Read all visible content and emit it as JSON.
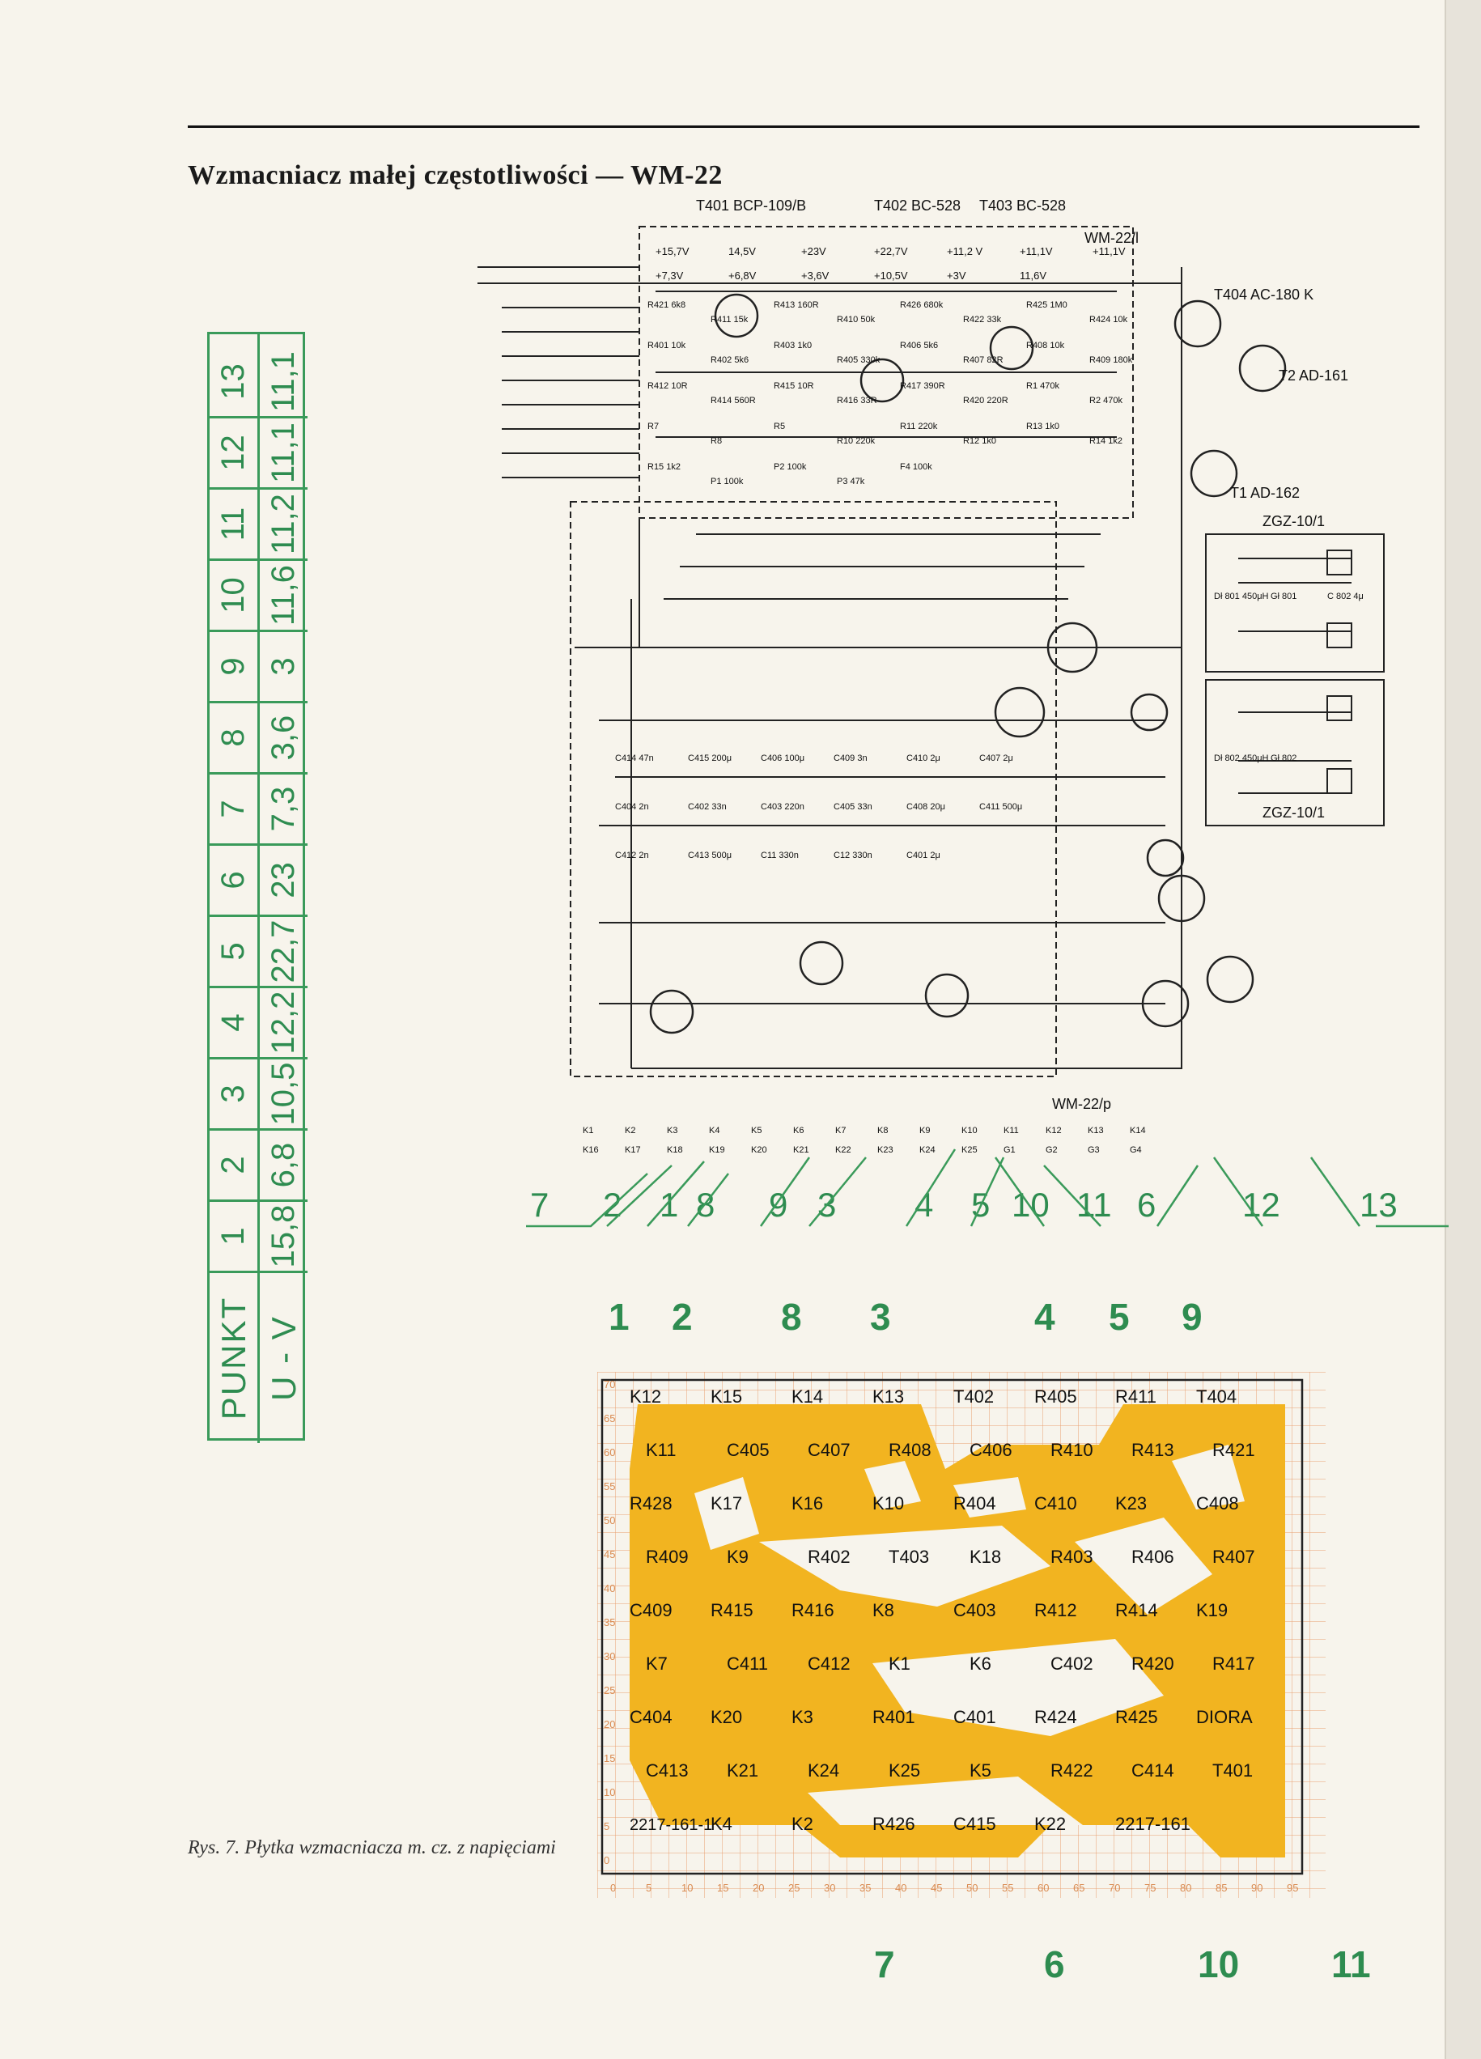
{
  "heading": "Wzmacniacz małej częstotliwości — WM-22",
  "table": {
    "header_point": "PUNKT",
    "header_voltage": "U - V",
    "points": [
      "1",
      "2",
      "3",
      "4",
      "5",
      "6",
      "7",
      "8",
      "9",
      "10",
      "11",
      "12",
      "13"
    ],
    "voltages": [
      "15,8",
      "6,8",
      "10,5",
      "12,2",
      "22,7",
      "23",
      "7,3",
      "3,6",
      "3",
      "11,6",
      "11,2",
      "11,1",
      "11,1"
    ]
  },
  "schematic": {
    "transistors": [
      "T401 BCP-109/B",
      "T402 BC-528",
      "T403 BC-528",
      "T404 AC-180 K",
      "T2 AD-161",
      "T1 AD-162"
    ],
    "module_labels": [
      "WM-22/l",
      "WM-22/p",
      "ZGZ-10/1",
      "ZGZ-10/1"
    ],
    "voltages_marked": [
      "+15,7V",
      "14,5V",
      "+23V",
      "+22,7V",
      "+11,2 V",
      "+11,1V",
      "+11,1V",
      "+7,3V",
      "+6,8V",
      "+3,6V",
      "+10,5V",
      "+3V",
      "11,6V"
    ],
    "resistors": [
      "R421 6k8",
      "R411 15k",
      "R413 160R",
      "R410 50k",
      "R426 680k",
      "R422 33k",
      "R425 1M0",
      "R424 10k",
      "R401 10k",
      "R402 5k6",
      "R403 1k0",
      "R405 330k",
      "R406 5k6",
      "R407 82R",
      "R408 10k",
      "R409 180k",
      "R412 10R",
      "R414 560R",
      "R415 10R",
      "R416 33R",
      "R417 390R",
      "R420 220R",
      "R1 470k",
      "R2 470k",
      "R7",
      "R8",
      "R5",
      "R10 220k",
      "R11 220k",
      "R12 1k0",
      "R13 1k0",
      "R14 1k2",
      "R15 1k2",
      "P1 100k",
      "P2 100k",
      "P3 47k",
      "F4 100k"
    ],
    "capacitors": [
      "C414 47n",
      "C415 200μ",
      "C406 100μ",
      "C409 3n",
      "C410 2μ",
      "C407 2μ",
      "C404 2n",
      "C402 33n",
      "C403 220n",
      "C405 33n",
      "C408 20μ",
      "C411 500μ",
      "C412 2n",
      "C413 500μ",
      "C11 330n",
      "C12 330n",
      "C401 2μ"
    ],
    "connectors": [
      "K1",
      "K2",
      "K3",
      "K4",
      "K5",
      "K6",
      "K7",
      "K8",
      "K9",
      "K10",
      "K11",
      "K12",
      "K13",
      "K14",
      "K16",
      "K17",
      "K18",
      "K19",
      "K20",
      "K21",
      "K22",
      "K23",
      "K24",
      "K25",
      "G1",
      "G2",
      "G3",
      "G4"
    ],
    "speakers": [
      "Dł 801 450μH",
      "Gł 801",
      "C 802 4μ",
      "Dł 802 450μH",
      "Gł 802"
    ]
  },
  "callouts": [
    "7",
    "2",
    "1",
    "8",
    "9",
    "3",
    "4",
    "5",
    "10",
    "11",
    "6",
    "12",
    "13"
  ],
  "pcb": {
    "top_points": [
      "1",
      "2",
      "8",
      "3",
      "4",
      "5",
      "9"
    ],
    "bottom_points": [
      "7",
      "6",
      "10",
      "11"
    ],
    "labels": [
      "K12",
      "K15",
      "K14",
      "K13",
      "T402",
      "R405",
      "R411",
      "T404",
      "K11",
      "C405",
      "C407",
      "R408",
      "C406",
      "R410",
      "R413",
      "R421",
      "R428",
      "K17",
      "K16",
      "K10",
      "R404",
      "C410",
      "K23",
      "C408",
      "R409",
      "K9",
      "R402",
      "T403",
      "K18",
      "R403",
      "R406",
      "R407",
      "C409",
      "R415",
      "R416",
      "K8",
      "C403",
      "R412",
      "R414",
      "K19",
      "K7",
      "C411",
      "C412",
      "K1",
      "K6",
      "C402",
      "R420",
      "R417",
      "C404",
      "K20",
      "K3",
      "R401",
      "C401",
      "R424",
      "R425",
      "DIORA",
      "C413",
      "K21",
      "K24",
      "K25",
      "K5",
      "R422",
      "C414",
      "T401",
      "2217-161-1",
      "K4",
      "K2",
      "R426",
      "C415",
      "K22",
      "2217-161"
    ],
    "grid_left": [
      "70",
      "65",
      "60",
      "55",
      "50",
      "45",
      "40",
      "35",
      "30",
      "25",
      "20",
      "15",
      "10",
      "5",
      "0"
    ],
    "grid_bottom": [
      "0",
      "5",
      "10",
      "15",
      "20",
      "25",
      "30",
      "35",
      "40",
      "45",
      "50",
      "55",
      "60",
      "65",
      "70",
      "75",
      "80",
      "85",
      "90",
      "95"
    ]
  },
  "caption": "Rys. 7. Płytka wzmacniacza m. cz. z napięciami",
  "colors": {
    "green": "#2e8c50",
    "pcb_copper": "#f2b420",
    "grid": "#e8a070"
  }
}
